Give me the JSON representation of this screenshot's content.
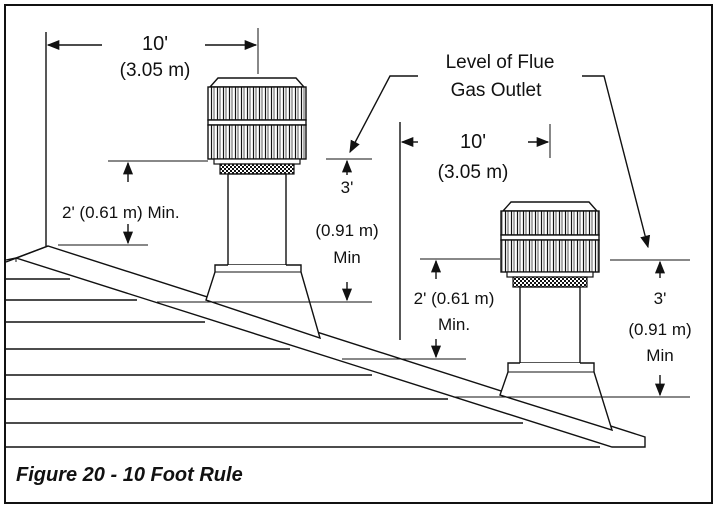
{
  "figure": {
    "caption": "Figure 20 - 10 Foot Rule"
  },
  "labels": {
    "left_horizontal_ft": "10'",
    "left_horizontal_m": "(3.05 m)",
    "left_min_height": "2' (0.61 m) Min.",
    "left_vent_height_ft": "3'",
    "left_vent_height_m": "(0.91 m)",
    "left_vent_height_min": "Min",
    "right_horizontal_ft": "10'",
    "right_horizontal_m": "(3.05 m)",
    "right_min_height_line1": "2' (0.61 m)",
    "right_min_height_line2": "Min.",
    "right_vent_height_ft": "3'",
    "right_vent_height_m": "(0.91 m)",
    "right_vent_height_min": "Min",
    "flue_level_line1": "Level of Flue",
    "flue_level_line2": "Gas Outlet"
  }
}
